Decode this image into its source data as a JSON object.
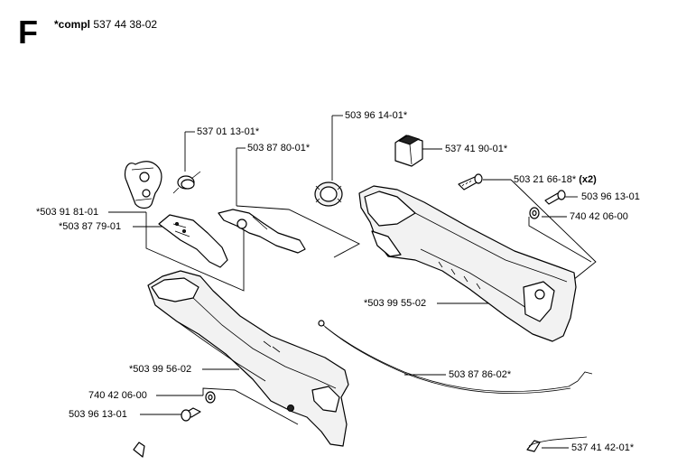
{
  "header": {
    "section_letter": "F",
    "compl_prefix": "*compl",
    "compl_number": "537 44 38-02"
  },
  "parts": {
    "p_537011301": "537 01 13-01*",
    "p_503878001": "503 87 80-01*",
    "p_503961401": "503 96 14-01*",
    "p_537419001": "537 41 90-01*",
    "p_503216618": "503 21 66-18*",
    "p_503216618_qty": "(x2)",
    "p_503961301_top": "503 96 13-01",
    "p_740420600_top": "740 42 06-00",
    "p_503918101": "*503 91 81-01",
    "p_503877901": "*503 87 79-01",
    "p_503995502": "*503 99 55-02",
    "p_503995602": "*503 99 56-02",
    "p_503878602": "503 87 86-02*",
    "p_740420600_bottom": "740 42 06-00",
    "p_503961301_bottom": "503 96 13-01",
    "p_537414201": "537 41 42-01*"
  }
}
